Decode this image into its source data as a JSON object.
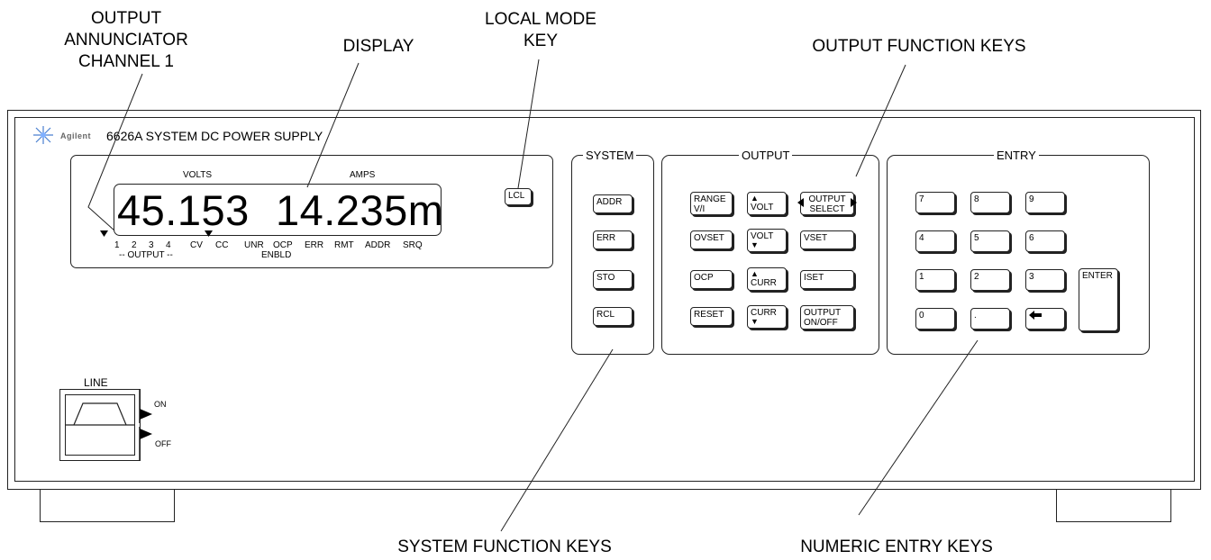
{
  "callouts": {
    "annunciator": "OUTPUT\nANNUNCIATOR\nCHANNEL 1",
    "display": "DISPLAY",
    "local_mode_key": "LOCAL MODE\nKEY",
    "output_function_keys": "OUTPUT FUNCTION KEYS",
    "system_function_keys": "SYSTEM FUNCTION KEYS",
    "numeric_entry_keys": "NUMERIC ENTRY KEYS"
  },
  "header": {
    "brand": "Agilent",
    "model": "6626A SYSTEM DC POWER SUPPLY"
  },
  "display": {
    "volts_label": "VOLTS",
    "amps_label": "AMPS",
    "volts_value": "45.153",
    "amps_value": "14.235m",
    "annunciators": [
      "1",
      "2",
      "3",
      "4",
      "CV",
      "CC",
      "UNR",
      "OCP",
      "ERR",
      "RMT",
      "ADDR",
      "SRQ"
    ],
    "output_caption": "-- OUTPUT --",
    "enbld_caption": "ENBLD"
  },
  "local_key": "LCL",
  "system": {
    "title": "SYSTEM",
    "keys": [
      "ADDR",
      "ERR",
      "STO",
      "RCL"
    ]
  },
  "output": {
    "title": "OUTPUT",
    "range": [
      "RANGE",
      "V/I"
    ],
    "volt_up": "VOLT",
    "output_select": [
      "OUTPUT",
      "SELECT"
    ],
    "ovset": "OVSET",
    "volt_down": "VOLT",
    "vset": "VSET",
    "ocp": "OCP",
    "curr_up": "CURR",
    "iset": "ISET",
    "reset": "RESET",
    "curr_down": "CURR",
    "output_onoff": [
      "OUTPUT",
      "ON/OFF"
    ]
  },
  "entry": {
    "title": "ENTRY",
    "keys": [
      "7",
      "8",
      "9",
      "4",
      "5",
      "6",
      "1",
      "2",
      "3",
      "0",
      "."
    ],
    "backspace_icon": "left-arrow",
    "enter": "ENTER"
  },
  "line_switch": {
    "label": "LINE",
    "on": "ON",
    "off": "OFF"
  }
}
